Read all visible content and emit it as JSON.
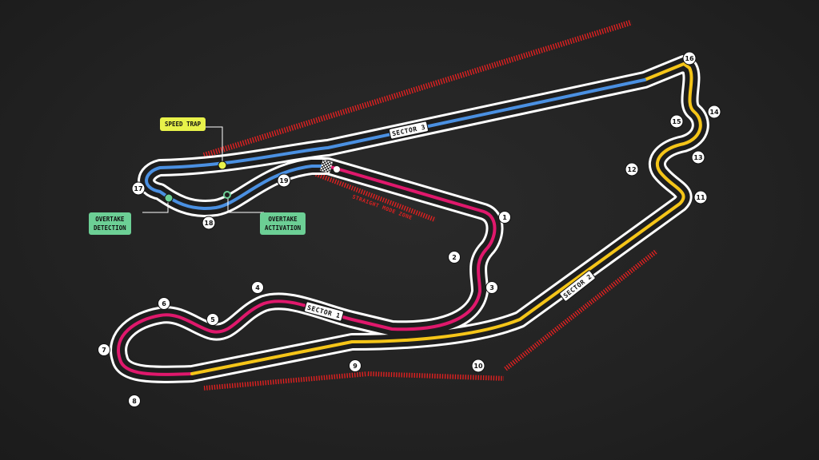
{
  "map": {
    "sectors": [
      {
        "name": "sector-1",
        "label": "SECTOR 1"
      },
      {
        "name": "sector-2",
        "label": "SECTOR 2"
      },
      {
        "name": "sector-3",
        "label": "SECTOR 3"
      }
    ],
    "turns": [
      "1",
      "2",
      "3",
      "4",
      "5",
      "6",
      "7",
      "8",
      "9",
      "10",
      "11",
      "12",
      "13",
      "14",
      "15",
      "16",
      "17",
      "18",
      "19"
    ],
    "labels": {
      "speed_trap": "SPEED TRAP",
      "overtake_detection": "OVERTAKE\nDETECTION",
      "overtake_activation": "OVERTAKE\nACTIVATION",
      "straight_mode_zone": "STRAIGHT MODE ZONE"
    },
    "colors": {
      "background": "#222222",
      "track_outline": "#ffffff",
      "track_fill": "#1e1e1e",
      "sector_1": "#e0186c",
      "sector_2": "#f5c518",
      "sector_3": "#4a90e2",
      "speed_trap": "#e8f24a",
      "overtake": "#6ccf95",
      "straight_mode_zone": "#e02020"
    },
    "icons": [
      "checkered-flag-icon",
      "speed-trap-marker-icon",
      "overtake-detection-marker-icon",
      "overtake-activation-marker-icon"
    ]
  }
}
